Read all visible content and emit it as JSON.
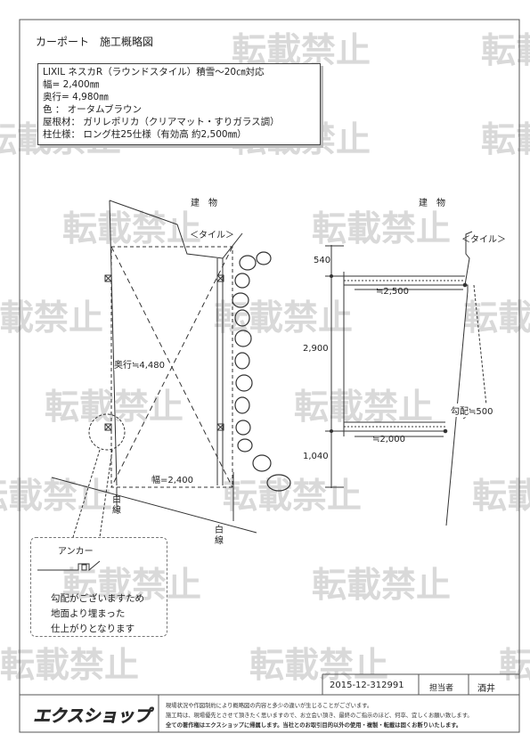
{
  "title": "カーポート　施工概略図",
  "spec": [
    "LIXIL ネスカR（ラウンドスタイル）積雪～20㎝対応",
    "幅= 2,400㎜",
    "奥行= 4,980㎜",
    "色 ： オータムブラウン",
    "屋根材： ガリレポリカ（クリアマット・すりガラス調）",
    "柱仕様： ロング柱25仕様（有効高 約2,500㎜）"
  ],
  "plan": {
    "building_label": "建　物",
    "tile_label": "＜タイル＞",
    "depth_label": "奥行≒4,480",
    "width_label": "幅=2,400",
    "white_line_label_1": "白線",
    "white_line_label_2": "白線"
  },
  "section": {
    "building_label": "建　物",
    "tile_label": "＜タイル＞",
    "dim_top": "540",
    "dim_mid": "2,900",
    "dim_bottom": "1,040",
    "upper_width": "≒2,500",
    "lower_width": "≒2,000",
    "slope_label": "勾配≒500"
  },
  "note": {
    "anchor_label": "アンカー",
    "lines": [
      "勾配がございますため",
      "地面より埋まった",
      "仕上がりとなります"
    ]
  },
  "footer": {
    "code": "2015-12-312991",
    "manager_label": "担当者",
    "manager": "酒井",
    "logo": "エクスショップ",
    "notice": [
      "現場状況や作図制約により概略図の内容と多少の違いが生じることがございます。",
      "施工時は、現場優先とさせて頂きたく思いますので、お立会い頂き、最終のご指示のほど、何卒、宜しくお願い致します。",
      "全ての著作権はエクスショップに帰属します。当社とのお取引目的以外の使用・複製・転載は固くお断りいたします。"
    ]
  },
  "watermark": "転載禁止",
  "colors": {
    "line": "#333333",
    "watermark": "#d9d9d9",
    "logo": "#2a2a2a"
  }
}
